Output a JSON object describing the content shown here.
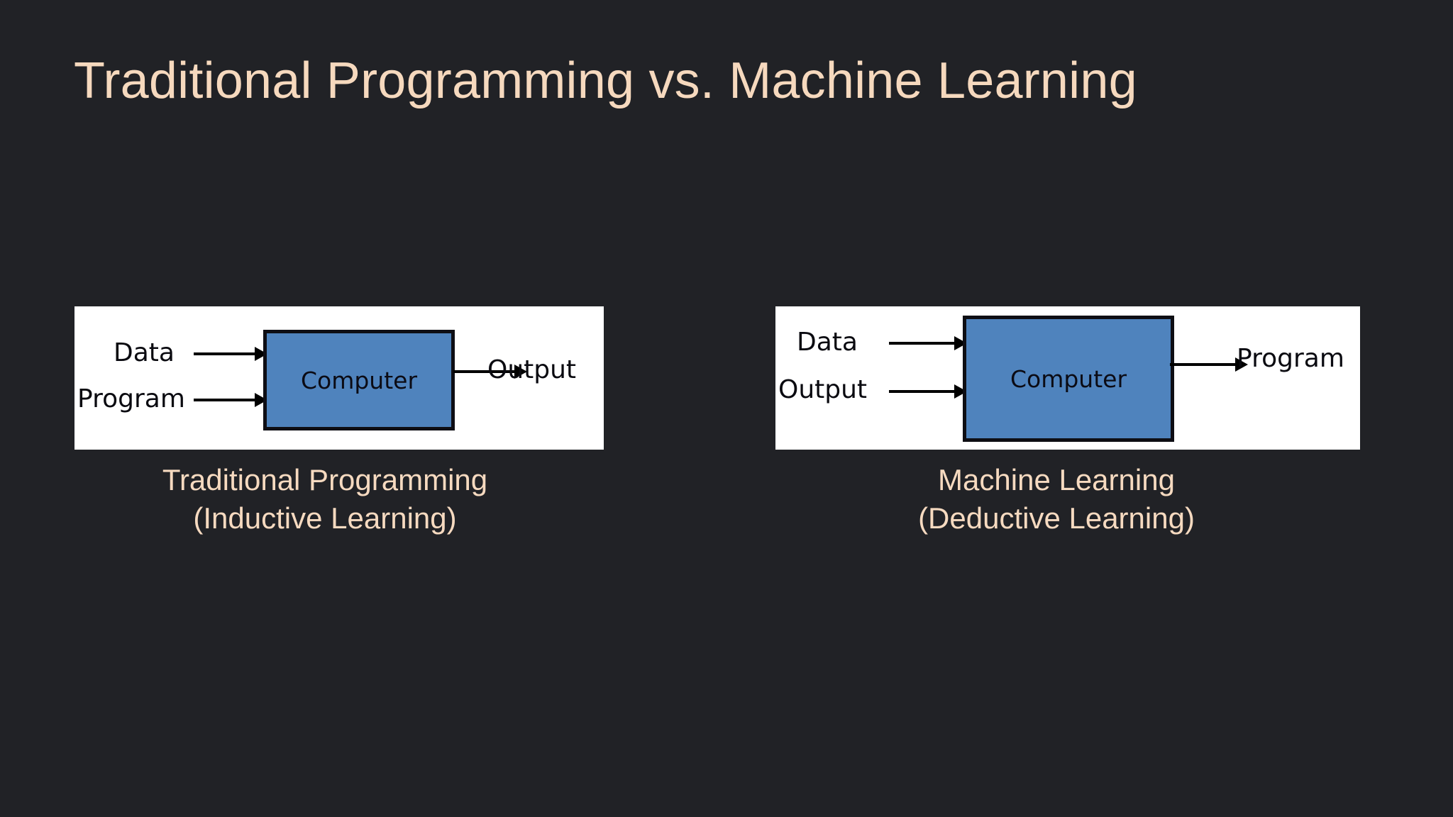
{
  "slide": {
    "title": "Traditional Programming vs. Machine Learning",
    "background_color": "#212226",
    "title_color": "#F6D9BE",
    "caption_color": "#F6DAC0"
  },
  "panels": [
    {
      "id": "traditional-programming",
      "card_background": "#FFFFFF",
      "process_box": {
        "label": "Computer",
        "fill_color": "#4F83BD",
        "border_color": "#0E0E14"
      },
      "inputs": [
        "Data",
        "Program"
      ],
      "outputs": [
        "Output"
      ],
      "caption": {
        "line1": "Traditional Programming",
        "line2": "(Inductive Learning)"
      }
    },
    {
      "id": "machine-learning",
      "card_background": "#FFFFFF",
      "process_box": {
        "label": "Computer",
        "fill_color": "#4F83BD",
        "border_color": "#0E0E14"
      },
      "inputs": [
        "Data",
        "Output"
      ],
      "outputs": [
        "Program"
      ],
      "caption": {
        "line1": "Machine Learning",
        "line2": "(Deductive Learning)"
      }
    }
  ]
}
